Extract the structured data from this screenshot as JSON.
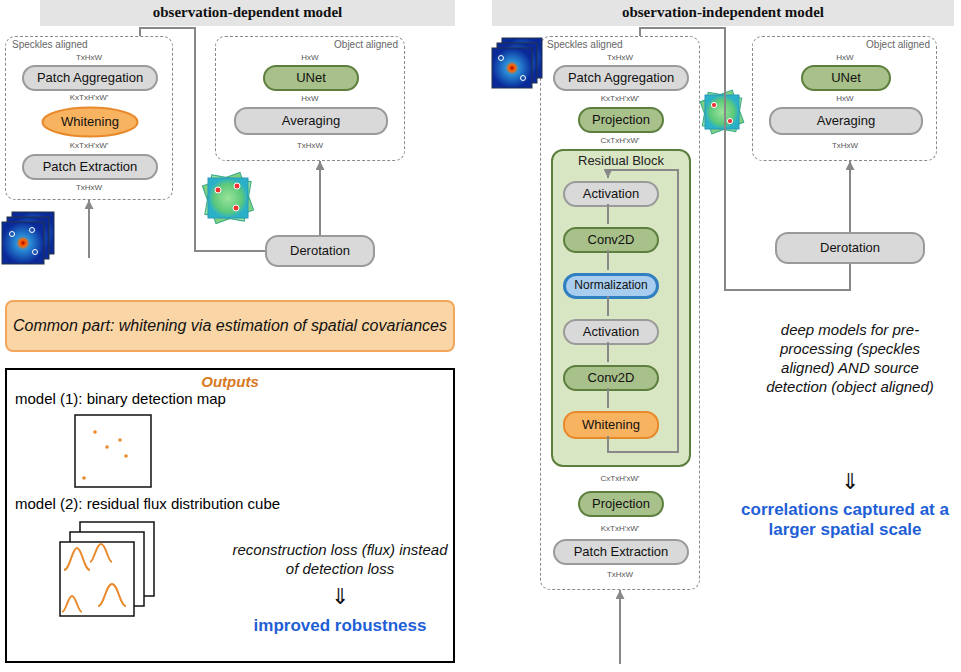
{
  "diagram": {
    "nodes": [
      {
        "text": [
          "observation-dependent model"
        ]
      },
      {
        "text": [
          "Speckles aligned"
        ]
      },
      {
        "text": [
          "Patch Aggregation"
        ],
        "in": 1
      },
      {
        "text": [
          "Whitening"
        ],
        "in": 1
      },
      {
        "text": [
          "Patch Extraction"
        ],
        "in": 1
      },
      {
        "text": [
          "Object aligned"
        ]
      },
      {
        "text": [
          "UNet"
        ],
        "in": 5
      },
      {
        "text": [
          "Averaging"
        ],
        "in": 5
      },
      {
        "text": [
          "Derotation"
        ]
      },
      {
        "text": [
          "Common part: whitening via estimation of spatial covariances"
        ]
      },
      {
        "text": [
          "Outputs"
        ]
      },
      {
        "text": [
          "observation-independent model"
        ]
      },
      {
        "text": [
          "Speckles aligned"
        ]
      },
      {
        "text": [
          "Patch Aggregation"
        ],
        "in": 12
      },
      {
        "text": [
          "Projection"
        ],
        "in": 12
      },
      {
        "text": [
          "Residual Block"
        ],
        "in": 12
      },
      {
        "text": [
          "Activation"
        ],
        "in": 15
      },
      {
        "text": [
          "Conv2D"
        ],
        "in": 15
      },
      {
        "text": [
          "Normalization"
        ],
        "in": 15
      },
      {
        "text": [
          "Activation"
        ],
        "in": 15
      },
      {
        "text": [
          "Conv2D"
        ],
        "in": 15
      },
      {
        "text": [
          "Whitening"
        ],
        "in": 15
      },
      {
        "text": [
          "Projection"
        ],
        "in": 12
      },
      {
        "text": [
          "Patch Extraction"
        ],
        "in": 12
      },
      {
        "text": [
          "Object aligned"
        ]
      },
      {
        "text": [
          "UNet"
        ],
        "in": 24
      },
      {
        "text": [
          "Averaging"
        ],
        "in": 24
      },
      {
        "text": [
          "Derotation"
        ]
      }
    ],
    "edges": [
      {
        "from": 1,
        "to": 8,
        "arrow": "none"
      },
      {
        "from": 8,
        "to": 5,
        "arrow": "to"
      },
      {
        "from": 12,
        "to": 27,
        "arrow": "none"
      },
      {
        "from": 27,
        "to": 24,
        "arrow": "to"
      }
    ],
    "labels": [
      "TxHxW",
      "KxTxH'xW'",
      "KxTxH'xW'",
      "TxHxW",
      "HxW",
      "HxW",
      "TxHxW",
      "model (1):  binary detection map",
      "model (2):  residual flux distribution cube",
      "reconstruction loss (flux) instead of detection loss",
      "⇓",
      "improved robustness",
      "TxHxW",
      "KxTxH'xW'",
      "CxTxH'xW'",
      "CxTxH'xW'",
      "KxTxH'xW'",
      "TxHxW",
      "HxW",
      "HxW",
      "TxHxW",
      "deep models for pre-processing (speckles aligned) AND source detection (object aligned)",
      "⇓",
      "correlations captured at a larger spatial scale"
    ]
  }
}
